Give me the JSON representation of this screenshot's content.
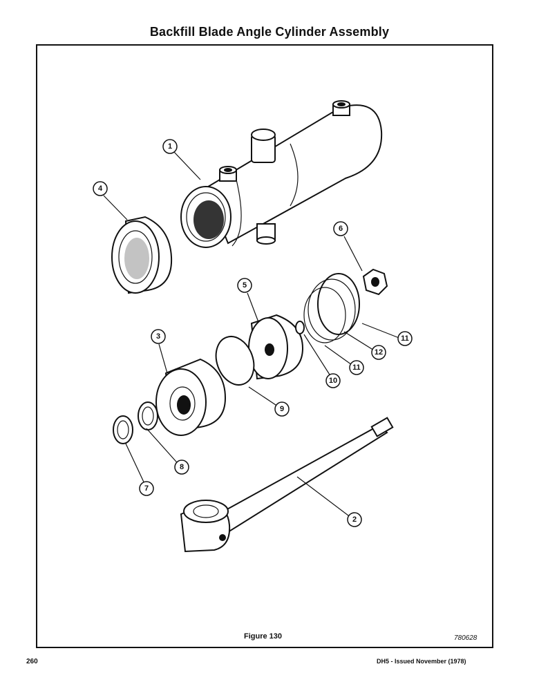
{
  "page": {
    "title": "Backfill Blade Angle Cylinder Assembly",
    "figure_caption": "Figure 130",
    "figure_code": "780628",
    "page_number": "260",
    "issue_text": "DH5 - Issued November (1978)"
  },
  "callouts": [
    "1",
    "2",
    "3",
    "4",
    "5",
    "6",
    "7",
    "8",
    "9",
    "10",
    "11",
    "12",
    "11"
  ]
}
